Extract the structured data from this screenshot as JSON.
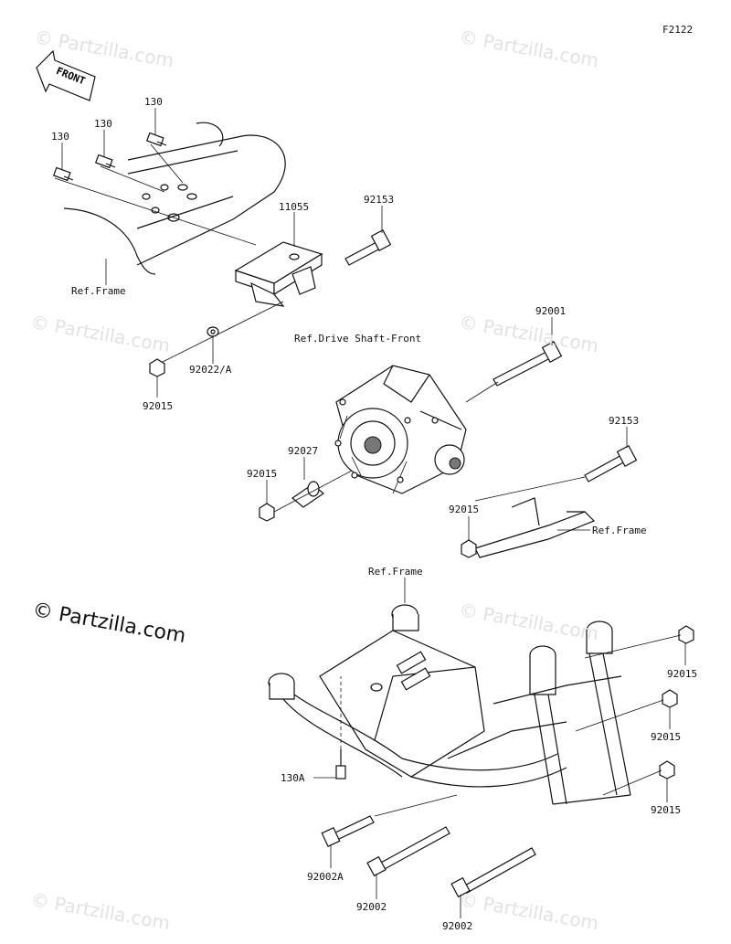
{
  "figure_code": "F2122",
  "front_arrow": "FRONT",
  "watermark": "© Partzilla.com",
  "labels": {
    "l130_a": "130",
    "l130_b": "130",
    "l130_c": "130",
    "l11055": "11055",
    "l92153_top": "92153",
    "ref_frame_top": "Ref.Frame",
    "l92015_a": "92015",
    "l92022a": "92022/A",
    "ref_drive_shaft": "Ref.Drive Shaft-Front",
    "l92001": "92001",
    "l92153_mid": "92153",
    "l92027": "92027",
    "l92015_b": "92015",
    "l92015_c": "92015",
    "ref_frame_mid": "Ref.Frame",
    "ref_frame_bottom": "Ref.Frame",
    "l92015_d": "92015",
    "l92015_e": "92015",
    "l92015_f": "92015",
    "l130a": "130A",
    "l92002a": "92002A",
    "l92002_a": "92002",
    "l92002_b": "92002"
  }
}
